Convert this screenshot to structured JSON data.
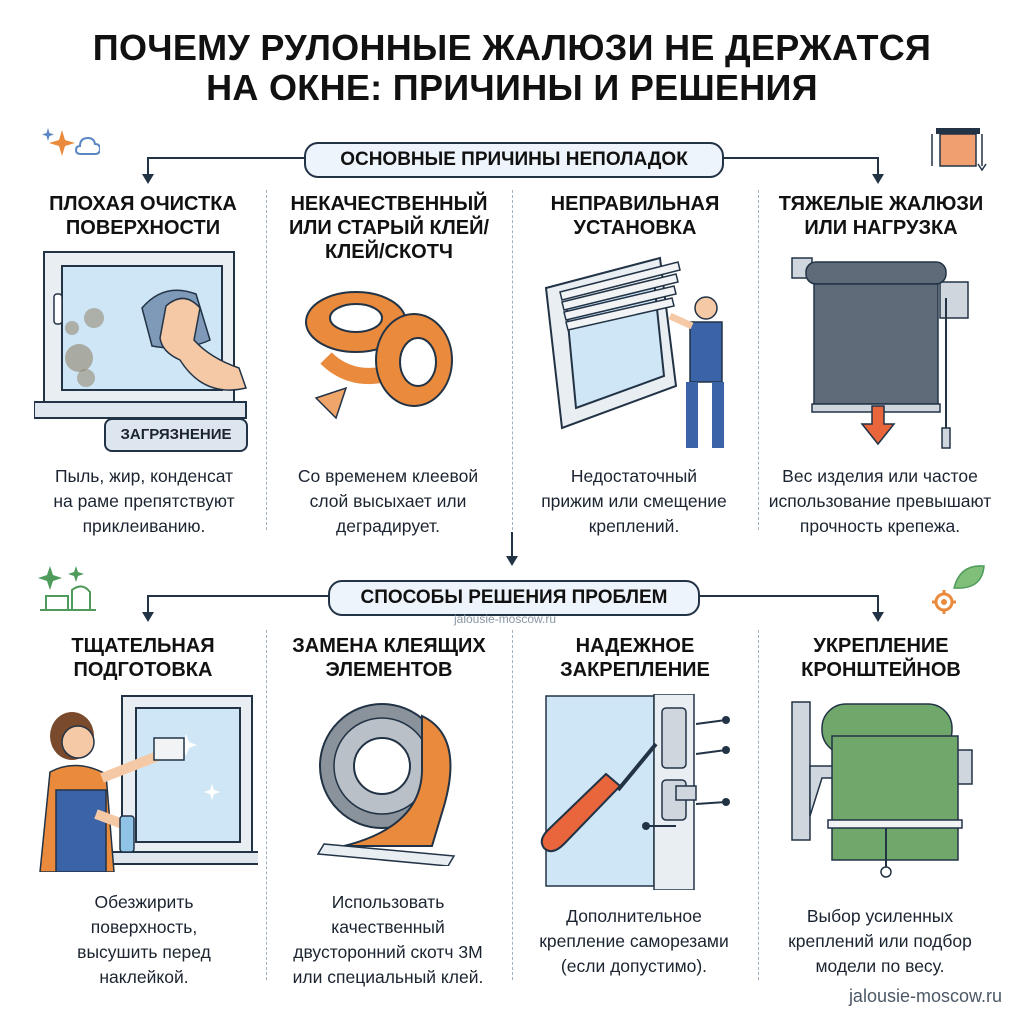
{
  "title": [
    "ПОЧЕМУ РУЛОННЫЕ ЖАЛЮЗИ НЕ ДЕРЖАТСЯ",
    "НА ОКНЕ: ПРИЧИНЫ И РЕШЕНИЯ"
  ],
  "causes": {
    "header": "ОСНОВНЫЕ ПРИЧИНЫ НЕПОЛАДОК",
    "items": [
      {
        "title": [
          "ПЛОХАЯ ОЧИСТКА",
          "ПОВЕРХНОСТИ"
        ],
        "badge": "ЗАГРЯЗНЕНИЕ",
        "text": [
          "Пыль, жир, конденсат",
          "на раме препятствуют",
          "приклеиванию."
        ]
      },
      {
        "title": [
          "НЕКАЧЕСТВЕННЫЙ",
          "ИЛИ СТАРЫЙ КЛЕЙ/",
          "КЛЕЙ/СКОТЧ"
        ],
        "text": [
          "Со временем клеевой",
          "слой высыхает или",
          "деградирует."
        ]
      },
      {
        "title": [
          "НЕПРАВИЛЬНАЯ",
          "УСТАНОВКА"
        ],
        "text": [
          "Недостаточный",
          "прижим или смещение",
          "креплений."
        ]
      },
      {
        "title": [
          "ТЯЖЕЛЫЕ ЖАЛЮЗИ",
          "ИЛИ НАГРУЗКА"
        ],
        "text": [
          "Вес изделия или частое",
          "использование превышают",
          "прочность крепежа."
        ]
      }
    ]
  },
  "solutions": {
    "header": "СПОСОБЫ РЕШЕНИЯ ПРОБЛЕМ",
    "items": [
      {
        "title": [
          "ТЩАТЕЛЬНАЯ",
          "ПОДГОТОВКА"
        ],
        "text": [
          "Обезжирить",
          "поверхность,",
          "высушить перед",
          "наклейкой."
        ]
      },
      {
        "title": [
          "ЗАМЕНА КЛЕЯЩИХ",
          "ЭЛЕМЕНТОВ"
        ],
        "text": [
          "Использовать",
          "качественный",
          "двусторонний скотч 3М",
          "или специальный клей."
        ]
      },
      {
        "title": [
          "НАДЕЖНОЕ",
          "ЗАКРЕПЛЕНИЕ"
        ],
        "text": [
          "Дополнительное",
          "крепление саморезами",
          "(если допустимо)."
        ]
      },
      {
        "title": [
          "УКРЕПЛЕНИЕ",
          "КРОНШТЕЙНОВ"
        ],
        "text": [
          "Выбор усиленных",
          "креплений или подбор",
          "модели по весу."
        ]
      }
    ]
  },
  "watermark": "jalousie-moscow.ru",
  "footer": "jalousie-moscow.ru",
  "colors": {
    "orange": "#e98a3c",
    "dark": "#223346",
    "glass": "#cfe6f7",
    "blind_gray": "#5f6b78",
    "blind_green": "#6fa86a"
  }
}
